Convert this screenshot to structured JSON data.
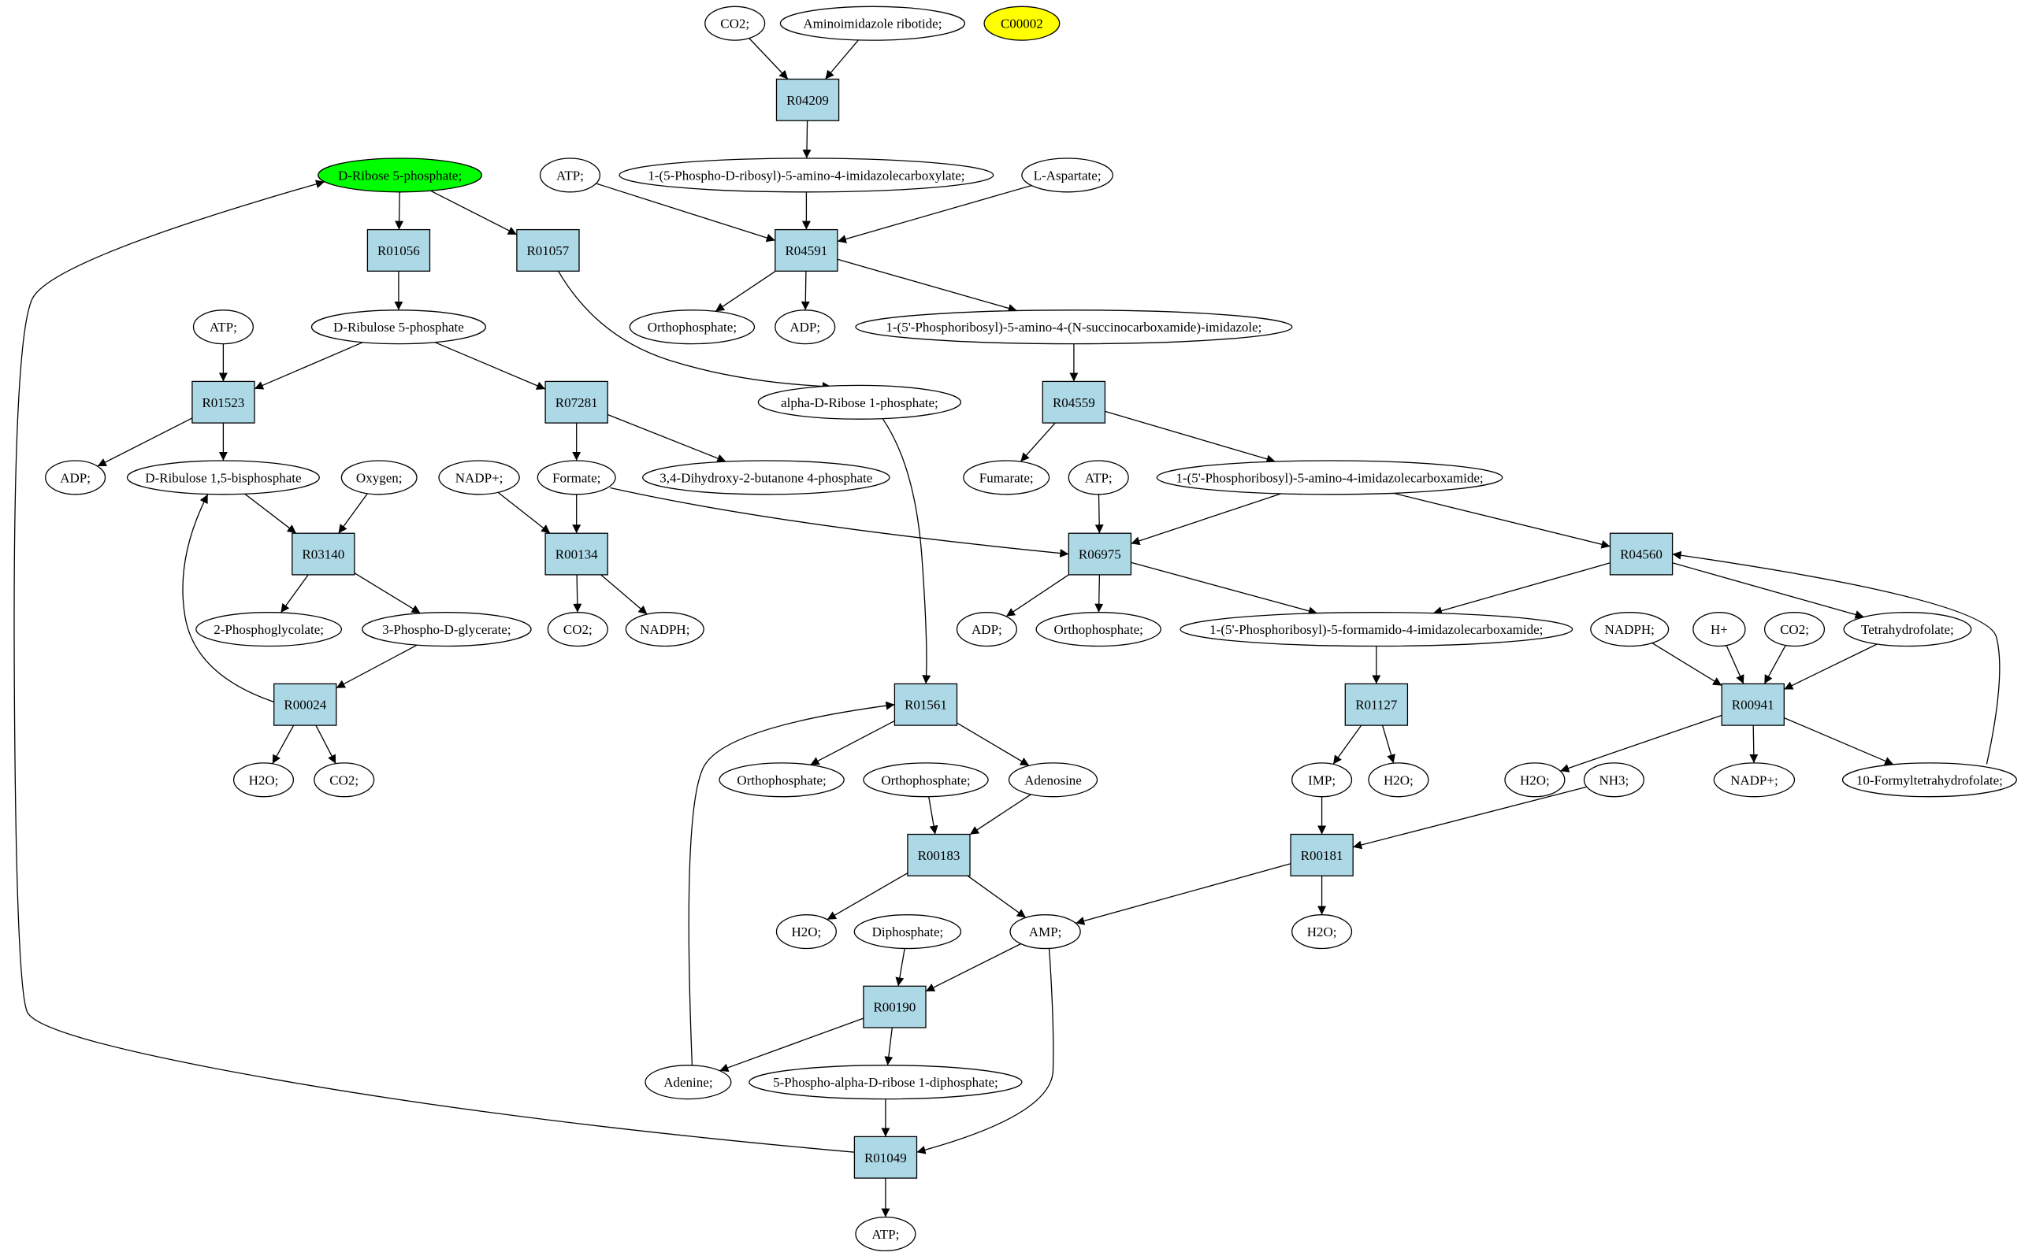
{
  "colors": {
    "compound": "#ffffff",
    "reaction": "#add8e6",
    "highlight_start": "#00ff00",
    "highlight_target": "#ffff00",
    "edge": "#000000"
  },
  "nodes": [
    {
      "id": "co2_top",
      "label": "CO2;",
      "kind": "compound"
    },
    {
      "id": "air",
      "label": "Aminoimidazole ribotide;",
      "kind": "compound"
    },
    {
      "id": "c00002",
      "label": "C00002",
      "kind": "compound",
      "style": "target"
    },
    {
      "id": "r04209",
      "label": "R04209",
      "kind": "reaction"
    },
    {
      "id": "dr5p",
      "label": "D-Ribose 5-phosphate;",
      "kind": "compound",
      "style": "start"
    },
    {
      "id": "atp_1",
      "label": "ATP;",
      "kind": "compound"
    },
    {
      "id": "cair",
      "label": "1-(5-Phospho-D-ribosyl)-5-amino-4-imidazolecarboxylate;",
      "kind": "compound"
    },
    {
      "id": "asp",
      "label": "L-Aspartate;",
      "kind": "compound"
    },
    {
      "id": "r01056",
      "label": "R01056",
      "kind": "reaction"
    },
    {
      "id": "r01057",
      "label": "R01057",
      "kind": "reaction"
    },
    {
      "id": "r04591",
      "label": "R04591",
      "kind": "reaction"
    },
    {
      "id": "atp_2",
      "label": "ATP;",
      "kind": "compound"
    },
    {
      "id": "dribu5p",
      "label": "D-Ribulose 5-phosphate",
      "kind": "compound"
    },
    {
      "id": "pi_1",
      "label": "Orthophosphate;",
      "kind": "compound"
    },
    {
      "id": "adp_1",
      "label": "ADP;",
      "kind": "compound"
    },
    {
      "id": "saicar",
      "label": "1-(5'-Phosphoribosyl)-5-amino-4-(N-succinocarboxamide)-imidazole;",
      "kind": "compound"
    },
    {
      "id": "r01523",
      "label": "R01523",
      "kind": "reaction"
    },
    {
      "id": "r07281",
      "label": "R07281",
      "kind": "reaction"
    },
    {
      "id": "ar1p",
      "label": "alpha-D-Ribose 1-phosphate;",
      "kind": "compound"
    },
    {
      "id": "r04559",
      "label": "R04559",
      "kind": "reaction"
    },
    {
      "id": "adp_2",
      "label": "ADP;",
      "kind": "compound"
    },
    {
      "id": "rubp",
      "label": "D-Ribulose 1,5-bisphosphate",
      "kind": "compound"
    },
    {
      "id": "oxygen",
      "label": "Oxygen;",
      "kind": "compound"
    },
    {
      "id": "nadp_1",
      "label": "NADP+;",
      "kind": "compound"
    },
    {
      "id": "formate",
      "label": "Formate;",
      "kind": "compound"
    },
    {
      "id": "dhbp",
      "label": "3,4-Dihydroxy-2-butanone 4-phosphate",
      "kind": "compound"
    },
    {
      "id": "fumarate",
      "label": "Fumarate;",
      "kind": "compound"
    },
    {
      "id": "atp_3",
      "label": "ATP;",
      "kind": "compound"
    },
    {
      "id": "aicar",
      "label": "1-(5'-Phosphoribosyl)-5-amino-4-imidazolecarboxamide;",
      "kind": "compound"
    },
    {
      "id": "r03140",
      "label": "R03140",
      "kind": "reaction"
    },
    {
      "id": "r00134",
      "label": "R00134",
      "kind": "reaction"
    },
    {
      "id": "r06975",
      "label": "R06975",
      "kind": "reaction"
    },
    {
      "id": "r04560",
      "label": "R04560",
      "kind": "reaction"
    },
    {
      "id": "pglycolate",
      "label": "2-Phosphoglycolate;",
      "kind": "compound"
    },
    {
      "id": "pg3",
      "label": "3-Phospho-D-glycerate;",
      "kind": "compound"
    },
    {
      "id": "co2_1",
      "label": "CO2;",
      "kind": "compound"
    },
    {
      "id": "nadph_1",
      "label": "NADPH;",
      "kind": "compound"
    },
    {
      "id": "adp_3",
      "label": "ADP;",
      "kind": "compound"
    },
    {
      "id": "pi_2",
      "label": "Orthophosphate;",
      "kind": "compound"
    },
    {
      "id": "faicar",
      "label": "1-(5'-Phosphoribosyl)-5-formamido-4-imidazolecarboxamide;",
      "kind": "compound"
    },
    {
      "id": "nadph_2",
      "label": "NADPH;",
      "kind": "compound"
    },
    {
      "id": "hplus",
      "label": "H+",
      "kind": "compound"
    },
    {
      "id": "co2_2",
      "label": "CO2;",
      "kind": "compound"
    },
    {
      "id": "thf",
      "label": "Tetrahydrofolate;",
      "kind": "compound"
    },
    {
      "id": "r00024",
      "label": "R00024",
      "kind": "reaction"
    },
    {
      "id": "r01561",
      "label": "R01561",
      "kind": "reaction"
    },
    {
      "id": "r01127",
      "label": "R01127",
      "kind": "reaction"
    },
    {
      "id": "r00941",
      "label": "R00941",
      "kind": "reaction"
    },
    {
      "id": "h2o_1",
      "label": "H2O;",
      "kind": "compound"
    },
    {
      "id": "co2_3",
      "label": "CO2;",
      "kind": "compound"
    },
    {
      "id": "pi_3",
      "label": "Orthophosphate;",
      "kind": "compound"
    },
    {
      "id": "pi_4",
      "label": "Orthophosphate;",
      "kind": "compound"
    },
    {
      "id": "adenosine",
      "label": "Adenosine",
      "kind": "compound"
    },
    {
      "id": "imp",
      "label": "IMP;",
      "kind": "compound"
    },
    {
      "id": "h2o_2",
      "label": "H2O;",
      "kind": "compound"
    },
    {
      "id": "h2o_3",
      "label": "H2O;",
      "kind": "compound"
    },
    {
      "id": "nh3",
      "label": "NH3;",
      "kind": "compound"
    },
    {
      "id": "nadp_2",
      "label": "NADP+;",
      "kind": "compound"
    },
    {
      "id": "fthf",
      "label": "10-Formyltetrahydrofolate;",
      "kind": "compound"
    },
    {
      "id": "r00183",
      "label": "R00183",
      "kind": "reaction"
    },
    {
      "id": "r00181",
      "label": "R00181",
      "kind": "reaction"
    },
    {
      "id": "h2o_4",
      "label": "H2O;",
      "kind": "compound"
    },
    {
      "id": "diphosphate",
      "label": "Diphosphate;",
      "kind": "compound"
    },
    {
      "id": "amp",
      "label": "AMP;",
      "kind": "compound"
    },
    {
      "id": "h2o_5",
      "label": "H2O;",
      "kind": "compound"
    },
    {
      "id": "r00190",
      "label": "R00190",
      "kind": "reaction"
    },
    {
      "id": "adenine",
      "label": "Adenine;",
      "kind": "compound"
    },
    {
      "id": "prpp",
      "label": "5-Phospho-alpha-D-ribose 1-diphosphate;",
      "kind": "compound"
    },
    {
      "id": "r01049",
      "label": "R01049",
      "kind": "reaction"
    },
    {
      "id": "atp_4",
      "label": "ATP;",
      "kind": "compound"
    }
  ],
  "edges": [
    [
      "co2_top",
      "r04209"
    ],
    [
      "air",
      "r04209"
    ],
    [
      "r04209",
      "cair"
    ],
    [
      "dr5p",
      "r01056"
    ],
    [
      "dr5p",
      "r01057"
    ],
    [
      "r01056",
      "dribu5p"
    ],
    [
      "r01057",
      "ar1p"
    ],
    [
      "atp_1",
      "r04591"
    ],
    [
      "cair",
      "r04591"
    ],
    [
      "asp",
      "r04591"
    ],
    [
      "r04591",
      "pi_1"
    ],
    [
      "r04591",
      "adp_1"
    ],
    [
      "r04591",
      "saicar"
    ],
    [
      "atp_2",
      "r01523"
    ],
    [
      "dribu5p",
      "r01523"
    ],
    [
      "dribu5p",
      "r07281"
    ],
    [
      "r01523",
      "adp_2"
    ],
    [
      "r01523",
      "rubp"
    ],
    [
      "r07281",
      "formate"
    ],
    [
      "r07281",
      "dhbp"
    ],
    [
      "saicar",
      "r04559"
    ],
    [
      "r04559",
      "fumarate"
    ],
    [
      "r04559",
      "aicar"
    ],
    [
      "rubp",
      "r03140"
    ],
    [
      "oxygen",
      "r03140"
    ],
    [
      "r03140",
      "pglycolate"
    ],
    [
      "r03140",
      "pg3"
    ],
    [
      "nadp_1",
      "r00134"
    ],
    [
      "formate",
      "r00134"
    ],
    [
      "r00134",
      "co2_1"
    ],
    [
      "r00134",
      "nadph_1"
    ],
    [
      "formate",
      "r06975"
    ],
    [
      "atp_3",
      "r06975"
    ],
    [
      "aicar",
      "r06975"
    ],
    [
      "aicar",
      "r04560"
    ],
    [
      "r06975",
      "adp_3"
    ],
    [
      "r06975",
      "pi_2"
    ],
    [
      "r06975",
      "faicar"
    ],
    [
      "r04560",
      "faicar"
    ],
    [
      "r04560",
      "thf"
    ],
    [
      "pg3",
      "r00024"
    ],
    [
      "r00024",
      "rubp"
    ],
    [
      "r00024",
      "h2o_1"
    ],
    [
      "r00024",
      "co2_3"
    ],
    [
      "ar1p",
      "r01561"
    ],
    [
      "adenine",
      "r01561"
    ],
    [
      "r01561",
      "pi_3"
    ],
    [
      "r01561",
      "adenosine"
    ],
    [
      "faicar",
      "r01127"
    ],
    [
      "r01127",
      "imp"
    ],
    [
      "r01127",
      "h2o_2"
    ],
    [
      "nadph_2",
      "r00941"
    ],
    [
      "hplus",
      "r00941"
    ],
    [
      "co2_2",
      "r00941"
    ],
    [
      "thf",
      "r00941"
    ],
    [
      "r00941",
      "h2o_3"
    ],
    [
      "r00941",
      "nadp_2"
    ],
    [
      "r00941",
      "fthf"
    ],
    [
      "fthf",
      "r04560"
    ],
    [
      "pi_4",
      "r00183"
    ],
    [
      "adenosine",
      "r00183"
    ],
    [
      "r00183",
      "h2o_4"
    ],
    [
      "r00183",
      "amp"
    ],
    [
      "imp",
      "r00181"
    ],
    [
      "nh3",
      "r00181"
    ],
    [
      "r00181",
      "amp"
    ],
    [
      "r00181",
      "h2o_5"
    ],
    [
      "diphosphate",
      "r00190"
    ],
    [
      "amp",
      "r00190"
    ],
    [
      "r00190",
      "adenine"
    ],
    [
      "r00190",
      "prpp"
    ],
    [
      "prpp",
      "r01049"
    ],
    [
      "amp",
      "r01049"
    ],
    [
      "r01049",
      "atp_4"
    ],
    [
      "r01049",
      "dr5p"
    ]
  ]
}
